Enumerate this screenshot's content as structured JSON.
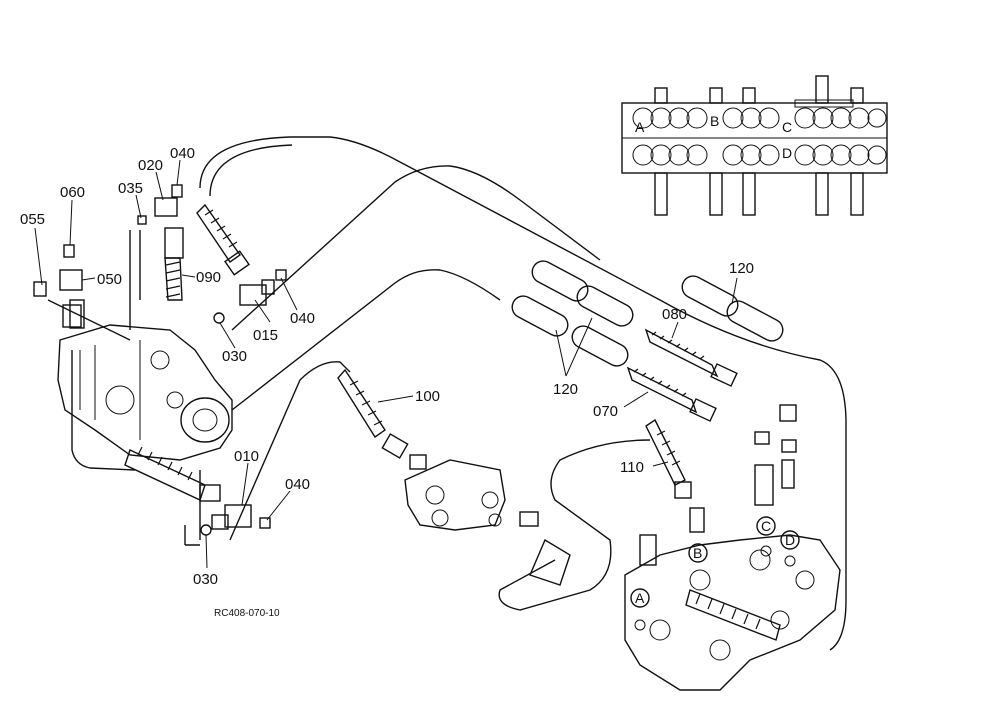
{
  "diagram": {
    "callouts": [
      {
        "id": "c055",
        "text": "055"
      },
      {
        "id": "c060",
        "text": "060"
      },
      {
        "id": "c050",
        "text": "050"
      },
      {
        "id": "c035",
        "text": "035"
      },
      {
        "id": "c020",
        "text": "020"
      },
      {
        "id": "c040a",
        "text": "040"
      },
      {
        "id": "c090",
        "text": "090"
      },
      {
        "id": "c040b",
        "text": "040"
      },
      {
        "id": "c015",
        "text": "015"
      },
      {
        "id": "c030a",
        "text": "030"
      },
      {
        "id": "c010",
        "text": "010"
      },
      {
        "id": "c040c",
        "text": "040"
      },
      {
        "id": "c030b",
        "text": "030"
      },
      {
        "id": "c100",
        "text": "100"
      },
      {
        "id": "c110",
        "text": "110"
      },
      {
        "id": "c120a",
        "text": "120"
      },
      {
        "id": "c080",
        "text": "080"
      },
      {
        "id": "c120b",
        "text": "120"
      },
      {
        "id": "c070",
        "text": "070"
      }
    ],
    "ports_top": [
      "A",
      "B",
      "C",
      "D"
    ],
    "ports_bottom": [
      "A",
      "B",
      "C",
      "D"
    ],
    "drawing_code": "RC408-070-10"
  }
}
